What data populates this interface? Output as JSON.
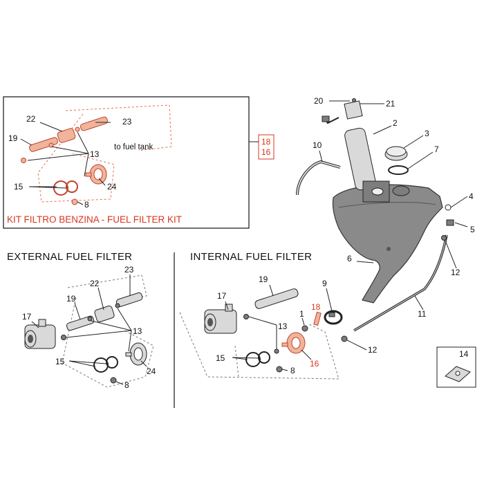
{
  "kit_box": {
    "title": "KIT FILTRO BENZINA - FUEL FILTER KIT",
    "note": "to fuel tank",
    "labels": [
      "22",
      "23",
      "19",
      "13",
      "15",
      "24",
      "8"
    ],
    "ref_top": "18",
    "ref_bottom": "16"
  },
  "external": {
    "heading": "EXTERNAL FUEL FILTER",
    "labels": [
      "23",
      "22",
      "19",
      "17",
      "13",
      "15",
      "24",
      "8"
    ]
  },
  "internal": {
    "heading": "INTERNAL FUEL FILTER",
    "labels": [
      "19",
      "17",
      "9",
      "18",
      "1",
      "13",
      "15",
      "16",
      "8",
      "12"
    ]
  },
  "tank": {
    "labels": [
      "20",
      "21",
      "2",
      "3",
      "7",
      "10",
      "4",
      "5",
      "6",
      "12",
      "11",
      "14"
    ]
  },
  "colors": {
    "highlight": "#d8341e",
    "line": "#222222",
    "tank": "#8a8a8a"
  }
}
